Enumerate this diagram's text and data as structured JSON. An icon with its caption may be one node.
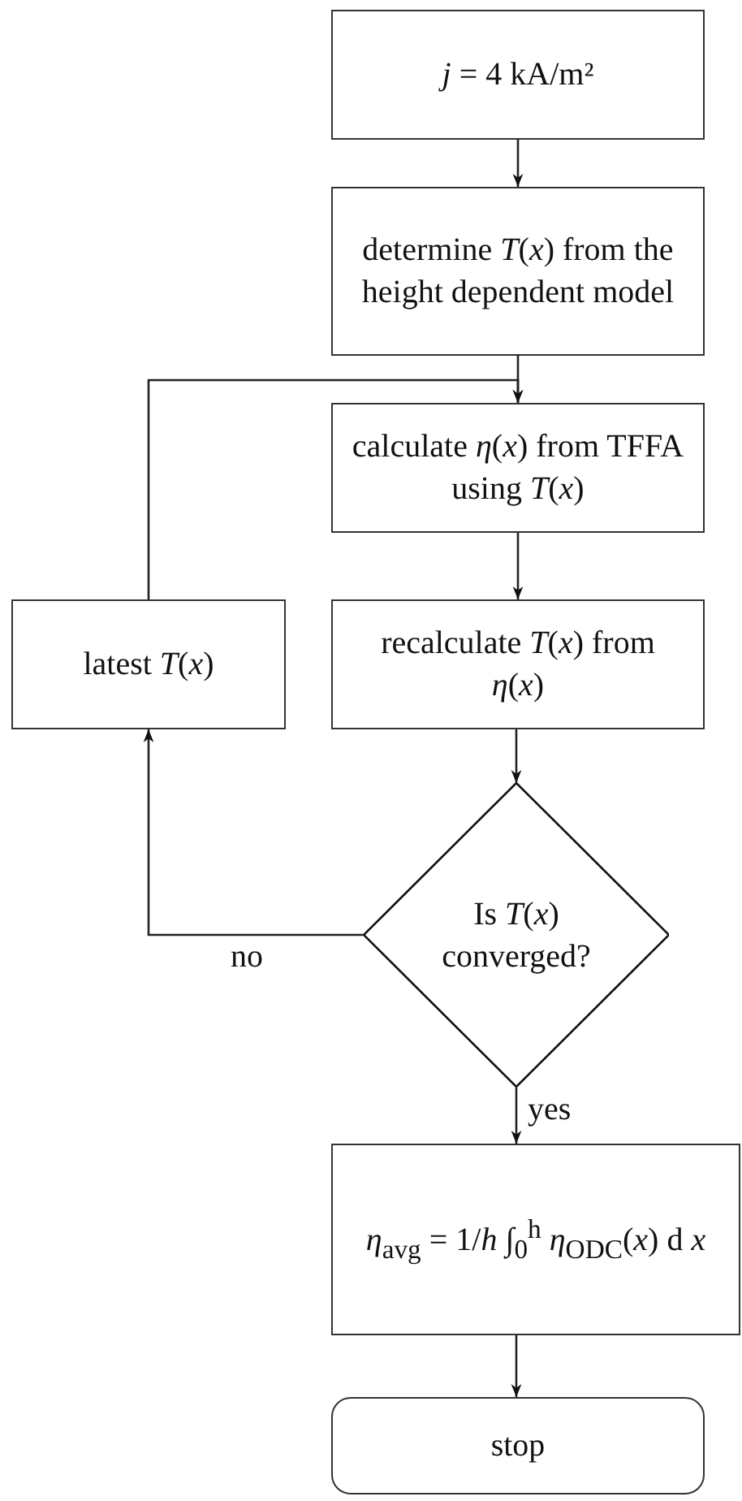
{
  "diagram": {
    "nodes": [
      {
        "text": [
          "*j* = 4 kA/m²"
        ]
      },
      {
        "text": [
          "determine *T*(*x*) from the height dependent model"
        ]
      },
      {
        "text": [
          "calculate *η*(*x*) from TFFA using *T*(*x*)"
        ]
      },
      {
        "text": [
          "latest *T*(*x*)"
        ]
      },
      {
        "text": [
          "recalculate *T*(*x*) from *η*(*x*)"
        ]
      },
      {
        "text": [
          "Is *T*(*x*) converged?"
        ]
      },
      {
        "text": [
          "*η*$_{avg}$ = 1/*h* ∫$_{0}$$^{h}$ *η*$_{ODC}$(*x*) d *x*"
        ]
      },
      {
        "text": [
          "stop"
        ]
      }
    ],
    "edges": [
      {
        "from": 0,
        "to": 1,
        "arrow": "to"
      },
      {
        "from": 1,
        "to": 2,
        "arrow": "to"
      },
      {
        "from": 2,
        "to": 4,
        "arrow": "to"
      },
      {
        "from": 4,
        "to": 5,
        "arrow": "to"
      },
      {
        "from": 5,
        "to": 3,
        "arrow": "to",
        "label": "no"
      },
      {
        "from": 3,
        "to": 2,
        "arrow": "to"
      },
      {
        "from": 5,
        "to": 6,
        "arrow": "to",
        "label": "yes"
      },
      {
        "from": 6,
        "to": 7,
        "arrow": "to"
      }
    ]
  }
}
